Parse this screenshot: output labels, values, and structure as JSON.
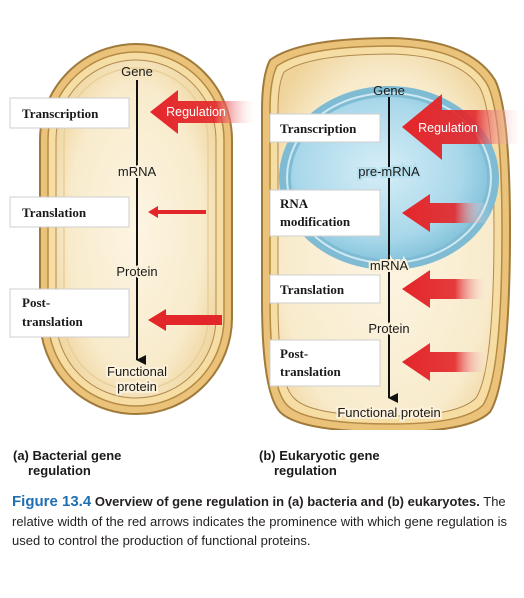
{
  "bacterial": {
    "gene": "Gene",
    "transcription": "Transcription",
    "regulation": "Regulation",
    "mrna": "mRNA",
    "translation": "Translation",
    "protein": "Protein",
    "post_line1": "Post-",
    "post_line2": "translation",
    "functional_line1": "Functional",
    "functional_line2": "protein",
    "subtitle_line1": "(a) Bacterial gene",
    "subtitle_line2": "regulation"
  },
  "eukaryotic": {
    "gene": "Gene",
    "transcription": "Transcription",
    "regulation": "Regulation",
    "pre_mrna": "pre-mRNA",
    "rna_mod_line1": "RNA",
    "rna_mod_line2": "modification",
    "mrna": "mRNA",
    "translation": "Translation",
    "protein": "Protein",
    "post_line1": "Post-",
    "post_line2": "translation",
    "functional": "Functional protein",
    "subtitle_line1": "(b) Eukaryotic gene",
    "subtitle_line2": "regulation"
  },
  "caption": {
    "figure_number": "Figure 13.4",
    "title": "Overview of gene regulation in (a) bacteria and (b) eukaryotes.",
    "body": "The relative width of the red arrows indicates the prominence with which gene regulation is used to control the production of functional proteins."
  },
  "colors": {
    "regulation_arrow": "#e3262a",
    "cell_interior": "#f8ebcc",
    "cell_wall": "#f2cf84",
    "nucleus": "#a9d8ea",
    "flow_arrow": "#111111",
    "caption_accent": "#1f6fb2"
  }
}
